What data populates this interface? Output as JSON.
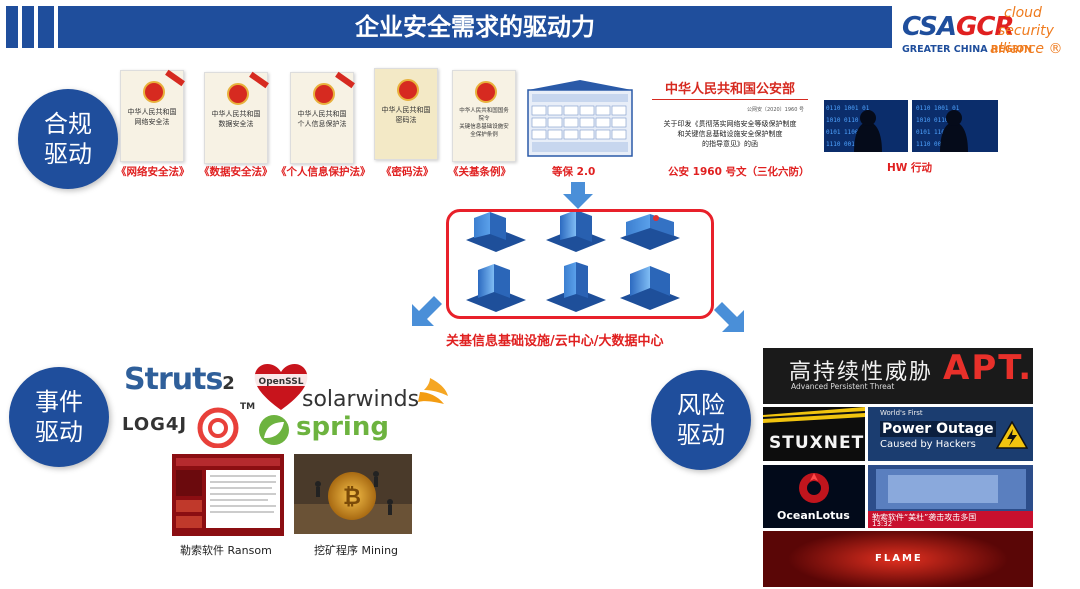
{
  "header": {
    "title": "企业安全需求的驱动力",
    "logo_csa": "CSA",
    "logo_gcr": "GCR",
    "logo_cloud": "cloud",
    "logo_security": "security",
    "logo_alliance": "alliance ®",
    "logo_sub_prefix": "GREATER CHINA ",
    "logo_sub_suffix": "REGION"
  },
  "drivers": {
    "compliance": "合规\n驱动",
    "event": "事件\n驱动",
    "risk": "风险\n驱动"
  },
  "compliance_items": [
    {
      "label": "《网络安全法》",
      "book_title": "中华人民共和国\n网络安全法"
    },
    {
      "label": "《数据安全法》",
      "book_title": "中华人民共和国\n数据安全法"
    },
    {
      "label": "《个人信息保护法》",
      "book_title": "中华人民共和国\n个人信息保护法"
    },
    {
      "label": "《密码法》",
      "book_title": "中华人民共和国\n密码法"
    },
    {
      "label": "《关基条例》",
      "book_title": "中华人民共和国国务院令\n关键信息基础设施安全保护条例"
    }
  ],
  "dengbao_label": "等保 2.0",
  "gongan": {
    "title": "中华人民共和国公安部",
    "doc_no": "公网安〔2020〕1960 号",
    "text": "关于印发《贯彻落实网络安全等级保护制度\n和关键信息基础设施安全保护制度\n的指导意见》的函",
    "label": "公安 1960 号文（三化六防）"
  },
  "hw_label": "HW 行动",
  "center_label": "关基信息基础设施/云中心/大数据中心",
  "event_logos": {
    "struts": "Struts",
    "struts_num": "2",
    "openssl": "OpenSSL",
    "solarwinds": "solarwinds",
    "log4j": "LOG4J",
    "tm": "TM",
    "spring": "spring"
  },
  "event_images": [
    {
      "caption": "勒索软件 Ransom"
    },
    {
      "caption": "挖矿程序 Mining"
    }
  ],
  "risk_panels": {
    "apt_title": "高持续性威胁",
    "apt_big": "APT.",
    "apt_sub": "Advanced Persistent Threat",
    "stuxnet": "STUXNET",
    "power_top": "World's First",
    "power_title": "Power Outage",
    "power_sub": "Caused by Hackers",
    "oceanlotus": "OceanLotus",
    "news_text": "勒索软件“美杜”袭击攻击多国",
    "news_time": "13:32",
    "flame": "FLAME"
  },
  "colors": {
    "primary_blue": "#1f4e9c",
    "red": "#e02020",
    "arrow_blue": "#4a8fd8"
  }
}
